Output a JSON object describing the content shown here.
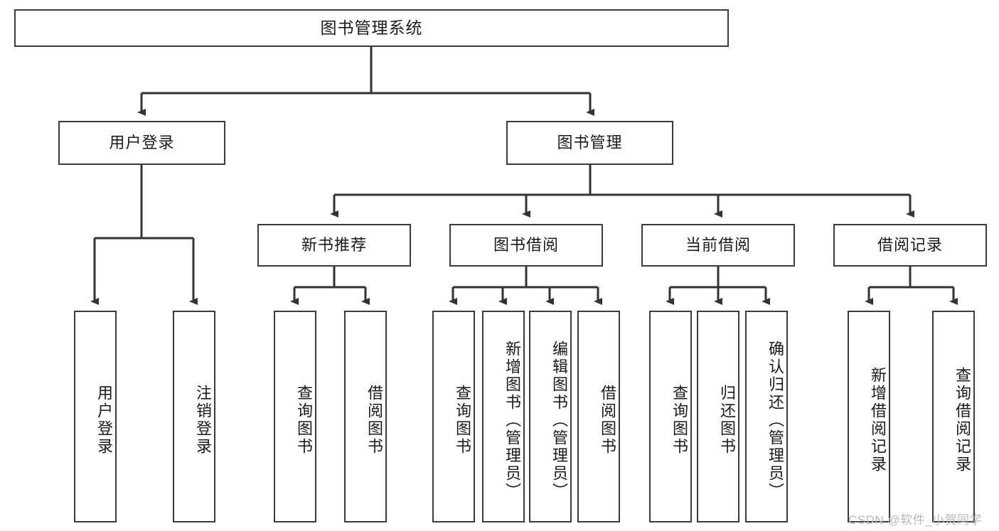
{
  "diagram": {
    "type": "hierarchy-tree",
    "title": "图书管理系统",
    "watermark": "CSDN @软件_小贺同学",
    "colors": {
      "border": "#3a3a3a",
      "background": "#ffffff",
      "text": "#1a1a1a",
      "watermark": "#b9b9b9"
    },
    "nodes": {
      "root": {
        "label": "图书管理系统"
      },
      "level2": [
        {
          "label": "用户登录"
        },
        {
          "label": "图书管理"
        }
      ],
      "level3": [
        {
          "label": "新书推荐"
        },
        {
          "label": "图书借阅"
        },
        {
          "label": "当前借阅"
        },
        {
          "label": "借阅记录"
        }
      ],
      "leaves": {
        "user_login": [
          {
            "label": "用户登录"
          },
          {
            "label": "注销登录"
          }
        ],
        "new_book": [
          {
            "label": "查询图书"
          },
          {
            "label": "借阅图书"
          }
        ],
        "book_borrow": [
          {
            "label": "查询图书"
          },
          {
            "label": "新增图书（管理员）"
          },
          {
            "label": "编辑图书（管理员）"
          },
          {
            "label": "借阅图书"
          }
        ],
        "current_borrow": [
          {
            "label": "查询图书"
          },
          {
            "label": "归还图书"
          },
          {
            "label": "确认归还（管理员）"
          }
        ],
        "borrow_record": [
          {
            "label": "新增借阅记录"
          },
          {
            "label": "查询借阅记录"
          }
        ]
      }
    }
  }
}
